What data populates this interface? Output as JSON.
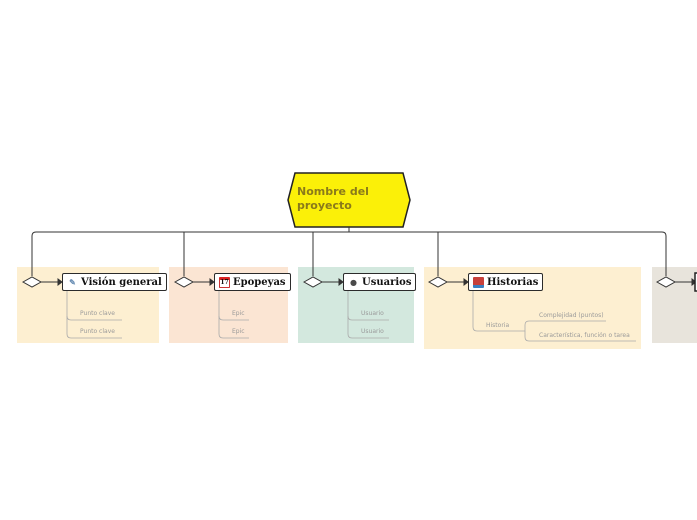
{
  "root": {
    "title": "Nombre del proyecto",
    "fill": "#fbf008"
  },
  "branches": [
    {
      "key": "vision",
      "label": "Visión general",
      "icon": "pencil-icon",
      "panel_color": "#fdefd1",
      "children": [
        "Punto clave",
        "Punto clave"
      ]
    },
    {
      "key": "epics",
      "label": "Epopeyas",
      "icon": "calendar-icon",
      "calendar_day": "17",
      "panel_color": "#fbe5d3",
      "children": [
        "Epic",
        "Epic"
      ]
    },
    {
      "key": "users",
      "label": "Usuarios",
      "icon": "user-icon",
      "panel_color": "#d3e8de",
      "children": [
        "Usuario",
        "Usuario"
      ]
    },
    {
      "key": "stories",
      "label": "Historias",
      "icon": "books-icon",
      "panel_color": "#fdefd1",
      "child": "Historia",
      "sub_children": [
        "Complejidad (puntos)",
        "Característica, función o tarea"
      ]
    },
    {
      "key": "more",
      "label": "",
      "panel_color": "#e8e4dc"
    }
  ]
}
